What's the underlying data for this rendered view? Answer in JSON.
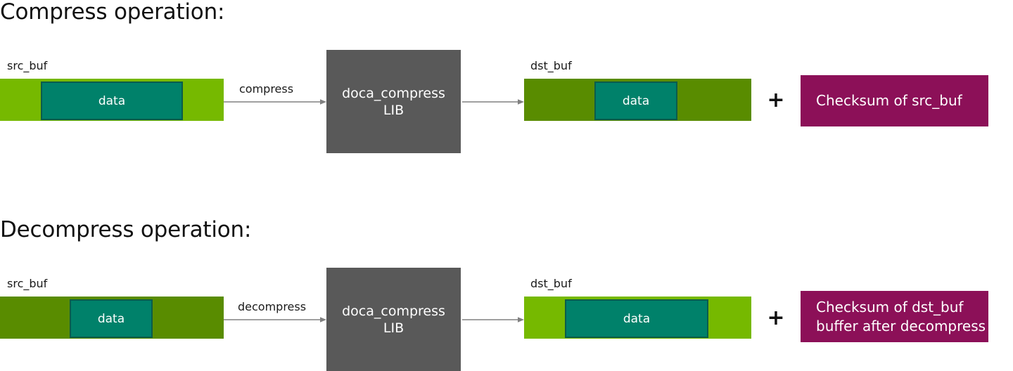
{
  "diagram": {
    "background_color": "#ffffff",
    "palette": {
      "green_bright": "#76b900",
      "green_dark": "#598c00",
      "teal_data": "#00816a",
      "teal_border": "#0b5c4c",
      "gray_lib": "#595959",
      "magenta_checksum": "#8c1058",
      "arrow": "#808080",
      "text_dark": "#111111",
      "text_light": "#ffffff"
    },
    "sections": [
      {
        "id": "compress",
        "title": "Compress operation:",
        "src": {
          "caption": "src_buf",
          "bar_color": "green_bright",
          "data_label": "data"
        },
        "arrow_label": "compress",
        "lib": {
          "line1": "doca_compress",
          "line2": "LIB",
          "text": "doca_compress\nLIB"
        },
        "dst": {
          "caption": "dst_buf",
          "bar_color": "green_dark",
          "data_label": "data"
        },
        "combiner": "+",
        "checksum": {
          "line1": "Checksum of src_buf",
          "line2": "",
          "text": "Checksum of src_buf"
        }
      },
      {
        "id": "decompress",
        "title": "Decompress operation:",
        "src": {
          "caption": "src_buf",
          "bar_color": "green_dark",
          "data_label": "data"
        },
        "arrow_label": "decompress",
        "lib": {
          "line1": "doca_compress",
          "line2": "LIB",
          "text": "doca_compress\nLIB"
        },
        "dst": {
          "caption": "dst_buf",
          "bar_color": "green_bright",
          "data_label": "data"
        },
        "combiner": "+",
        "checksum": {
          "line1": "Checksum of dst_buf",
          "line2": "buffer after decompress",
          "text": "Checksum of dst_buf\nbuffer after decompress"
        }
      }
    ]
  }
}
